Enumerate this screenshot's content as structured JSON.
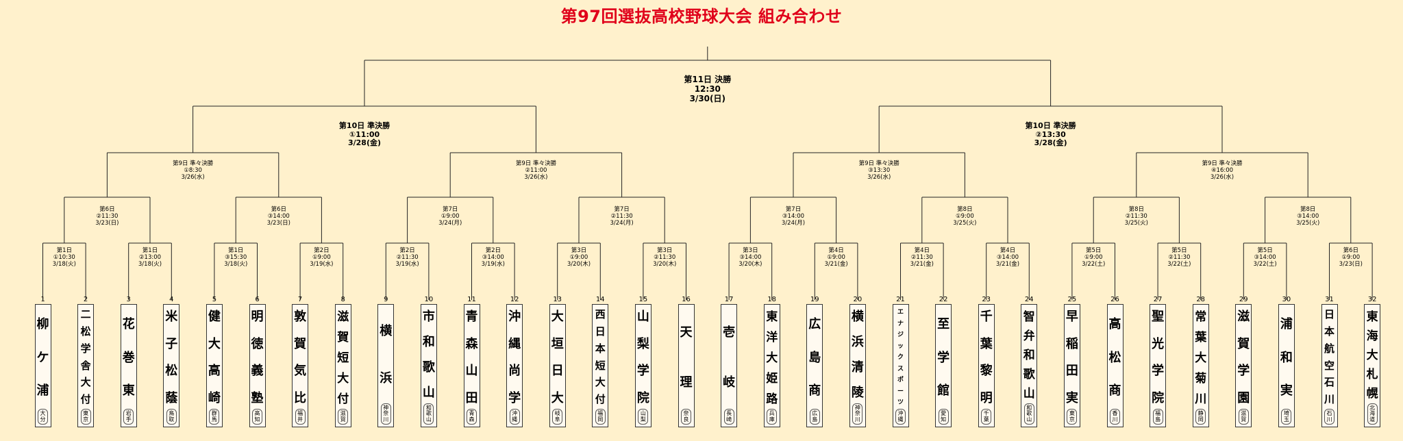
{
  "title": "第97回選抜高校野球大会 組み合わせ",
  "final": {
    "day": "第11日 決勝",
    "time": "12:30",
    "date": "3/30(日)"
  },
  "semis": [
    {
      "day": "第10日 準決勝",
      "time": "①11:00",
      "date": "3/28(金)"
    },
    {
      "day": "第10日 準決勝",
      "time": "②13:30",
      "date": "3/28(金)"
    }
  ],
  "quarters": [
    {
      "day": "第9日 準々決勝",
      "time": "①8:30",
      "date": "3/26(水)"
    },
    {
      "day": "第9日 準々決勝",
      "time": "②11:00",
      "date": "3/26(水)"
    },
    {
      "day": "第9日 準々決勝",
      "time": "③13:30",
      "date": "3/26(水)"
    },
    {
      "day": "第9日 準々決勝",
      "time": "④16:00",
      "date": "3/26(水)"
    }
  ],
  "round2": [
    {
      "day": "第6日",
      "time": "②11:30",
      "date": "3/23(日)"
    },
    {
      "day": "第6日",
      "time": "③14:00",
      "date": "3/23(日)"
    },
    {
      "day": "第7日",
      "time": "①9:00",
      "date": "3/24(月)"
    },
    {
      "day": "第7日",
      "time": "②11:30",
      "date": "3/24(月)"
    },
    {
      "day": "第7日",
      "time": "③14:00",
      "date": "3/24(月)"
    },
    {
      "day": "第8日",
      "time": "①9:00",
      "date": "3/25(火)"
    },
    {
      "day": "第8日",
      "time": "②11:30",
      "date": "3/25(火)"
    },
    {
      "day": "第8日",
      "time": "③14:00",
      "date": "3/25(火)"
    }
  ],
  "round1": [
    {
      "day": "第1日",
      "time": "①10:30",
      "date": "3/18(火)"
    },
    {
      "day": "第1日",
      "time": "②13:00",
      "date": "3/18(火)"
    },
    {
      "day": "第1日",
      "time": "③15:30",
      "date": "3/18(火)"
    },
    {
      "day": "第2日",
      "time": "①9:00",
      "date": "3/19(水)"
    },
    {
      "day": "第2日",
      "time": "②11:30",
      "date": "3/19(水)"
    },
    {
      "day": "第2日",
      "time": "③14:00",
      "date": "3/19(水)"
    },
    {
      "day": "第3日",
      "time": "①9:00",
      "date": "3/20(木)"
    },
    {
      "day": "第3日",
      "time": "②11:30",
      "date": "3/20(木)"
    },
    {
      "day": "第3日",
      "time": "③14:00",
      "date": "3/20(木)"
    },
    {
      "day": "第4日",
      "time": "①9:00",
      "date": "3/21(金)"
    },
    {
      "day": "第4日",
      "time": "②11:30",
      "date": "3/21(金)"
    },
    {
      "day": "第4日",
      "time": "③14:00",
      "date": "3/21(金)"
    },
    {
      "day": "第5日",
      "time": "①9:00",
      "date": "3/22(土)"
    },
    {
      "day": "第5日",
      "time": "②11:30",
      "date": "3/22(土)"
    },
    {
      "day": "第5日",
      "time": "③14:00",
      "date": "3/22(土)"
    },
    {
      "day": "第6日",
      "time": "①9:00",
      "date": "3/23(日)"
    }
  ],
  "teams": [
    {
      "seed": "1",
      "name": "柳ケ浦",
      "pref": "大分"
    },
    {
      "seed": "2",
      "name": "二松学舎大付",
      "pref": "東京"
    },
    {
      "seed": "3",
      "name": "花巻東",
      "pref": "岩手"
    },
    {
      "seed": "4",
      "name": "米子松蔭",
      "pref": "鳥取"
    },
    {
      "seed": "5",
      "name": "健大高崎",
      "pref": "群馬"
    },
    {
      "seed": "6",
      "name": "明徳義塾",
      "pref": "高知"
    },
    {
      "seed": "7",
      "name": "敦賀気比",
      "pref": "福井"
    },
    {
      "seed": "8",
      "name": "滋賀短大付",
      "pref": "滋賀"
    },
    {
      "seed": "9",
      "name": "横浜",
      "pref": "神奈川"
    },
    {
      "seed": "10",
      "name": "市和歌山",
      "pref": "和歌山"
    },
    {
      "seed": "11",
      "name": "青森山田",
      "pref": "青森"
    },
    {
      "seed": "12",
      "name": "沖縄尚学",
      "pref": "沖縄"
    },
    {
      "seed": "13",
      "name": "大垣日大",
      "pref": "岐阜"
    },
    {
      "seed": "14",
      "name": "西日本短大付",
      "pref": "福岡"
    },
    {
      "seed": "15",
      "name": "山梨学院",
      "pref": "山梨"
    },
    {
      "seed": "16",
      "name": "天理",
      "pref": "奈良"
    },
    {
      "seed": "17",
      "name": "壱岐",
      "pref": "長崎"
    },
    {
      "seed": "18",
      "name": "東洋大姫路",
      "pref": "兵庫"
    },
    {
      "seed": "19",
      "name": "広島商",
      "pref": "広島"
    },
    {
      "seed": "20",
      "name": "横浜清陵",
      "pref": "神奈川"
    },
    {
      "seed": "21",
      "name": "エナジックスポーツ",
      "pref": "沖縄"
    },
    {
      "seed": "22",
      "name": "至学館",
      "pref": "愛知"
    },
    {
      "seed": "23",
      "name": "千葉黎明",
      "pref": "千葉"
    },
    {
      "seed": "24",
      "name": "智弁和歌山",
      "pref": "和歌山"
    },
    {
      "seed": "25",
      "name": "早稲田実",
      "pref": "東京"
    },
    {
      "seed": "26",
      "name": "高松商",
      "pref": "香川"
    },
    {
      "seed": "27",
      "name": "聖光学院",
      "pref": "福島"
    },
    {
      "seed": "28",
      "name": "常葉大菊川",
      "pref": "静岡"
    },
    {
      "seed": "29",
      "name": "滋賀学園",
      "pref": "滋賀"
    },
    {
      "seed": "30",
      "name": "浦和実",
      "pref": "埼玉"
    },
    {
      "seed": "31",
      "name": "日本航空石川",
      "pref": "石川"
    },
    {
      "seed": "32",
      "name": "東海大札幌",
      "pref": "北海道"
    }
  ]
}
